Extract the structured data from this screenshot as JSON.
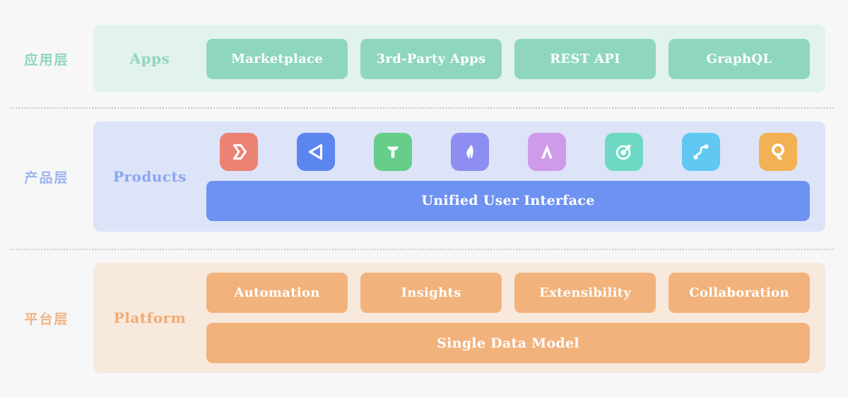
{
  "background_color": "#f7f7f8",
  "divider": {
    "style": "dotted",
    "color": "#c9cacc"
  },
  "layers": [
    {
      "id": "apps",
      "cjk_label": "应用层",
      "english_label": "Apps",
      "band_color": "#e2f3ec",
      "label_color": "#8fd6bd",
      "accent_color": "#8ed7bd",
      "pills": [
        "Marketplace",
        "3rd-Party Apps",
        "REST API",
        "GraphQL"
      ],
      "bar": null
    },
    {
      "id": "products",
      "cjk_label": "产品层",
      "english_label": "Products",
      "band_color": "#dde4f8",
      "label_color": "#8ba6ee",
      "accent_color": "#6d92f2",
      "icons": [
        {
          "name": "dynalist-chevron-icon",
          "tile_color": "#ec8273",
          "glyph": "chevron-double"
        },
        {
          "name": "play-triangle-icon",
          "tile_color": "#5b86f0",
          "glyph": "triangle-left"
        },
        {
          "name": "letter-t-icon",
          "tile_color": "#66cd8b",
          "glyph": "letter-t"
        },
        {
          "name": "feather-flame-icon",
          "tile_color": "#8e8ef0",
          "glyph": "flame"
        },
        {
          "name": "letter-a-icon",
          "tile_color": "#cf9aea",
          "glyph": "letter-a"
        },
        {
          "name": "target-arrow-icon",
          "tile_color": "#6dd9c4",
          "glyph": "target"
        },
        {
          "name": "node-path-icon",
          "tile_color": "#60c8f2",
          "glyph": "node-path"
        },
        {
          "name": "letter-q-icon",
          "tile_color": "#f2b152",
          "glyph": "letter-q"
        }
      ],
      "bar": "Unified User Interface"
    },
    {
      "id": "platform",
      "cjk_label": "平台层",
      "english_label": "Platform",
      "band_color": "#f8e9dd",
      "label_color": "#f0ab72",
      "accent_color": "#f2b27c",
      "pills": [
        "Automation",
        "Insights",
        "Extensibility",
        "Collaboration"
      ],
      "bar": "Single Data Model"
    }
  ]
}
